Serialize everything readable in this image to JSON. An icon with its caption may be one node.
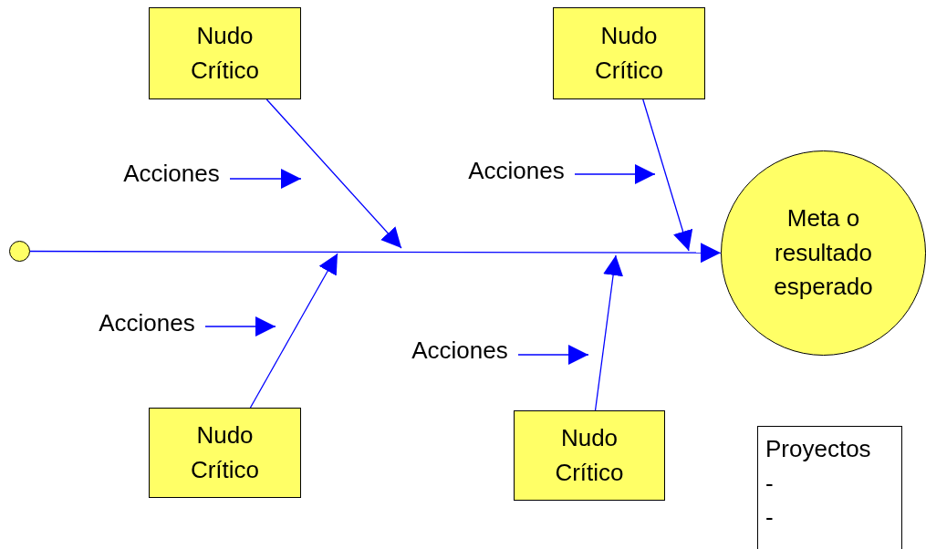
{
  "diagram": {
    "nodes": [
      {
        "text": [
          "Nudo Crítico"
        ]
      },
      {
        "text": [
          "Nudo Crítico"
        ]
      },
      {
        "text": [
          "Acciones"
        ]
      },
      {
        "text": [
          "Acciones"
        ]
      },
      {
        "text": [],
        "shape": "circle"
      },
      {
        "text": [
          "Meta o resultado esperado"
        ]
      },
      {
        "text": [
          "Acciones"
        ]
      },
      {
        "text": [
          "Acciones"
        ]
      },
      {
        "text": [
          "Nudo Crítico"
        ]
      },
      {
        "text": [
          "Nudo Crítico"
        ]
      },
      {
        "text": [
          "Proyectos",
          "-",
          "-"
        ]
      }
    ],
    "edges": [
      {
        "from": 4,
        "to": 5,
        "arrow": "to"
      },
      {
        "from": 0,
        "to": null,
        "arrow": "to"
      },
      {
        "from": 1,
        "to": null,
        "arrow": "to"
      },
      {
        "from": 8,
        "to": null,
        "arrow": "to"
      },
      {
        "from": 9,
        "to": null,
        "arrow": "to"
      },
      {
        "from": 2,
        "to": null,
        "arrow": "to"
      },
      {
        "from": 3,
        "to": null,
        "arrow": "to"
      },
      {
        "from": 6,
        "to": null,
        "arrow": "to"
      },
      {
        "from": 7,
        "to": null,
        "arrow": "to"
      }
    ]
  }
}
